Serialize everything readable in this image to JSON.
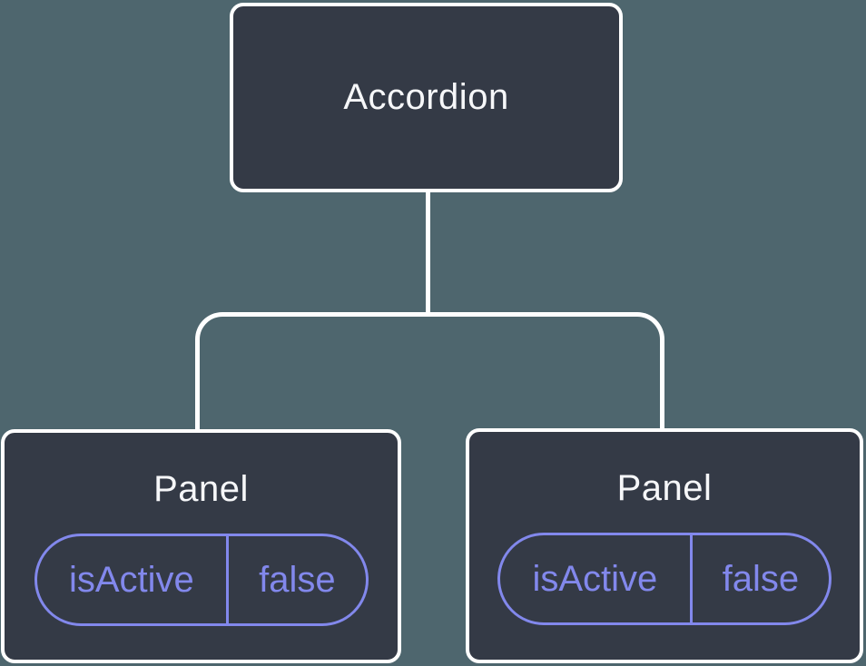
{
  "colors": {
    "background": "#4E666E",
    "node-fill": "#343A46",
    "line": "#FFFFFF",
    "text": "#F6F7F9",
    "accent": "#8288EC"
  },
  "tree": {
    "root": {
      "label": "Accordion"
    },
    "children": [
      {
        "label": "Panel",
        "state": {
          "key": "isActive",
          "value": "false"
        }
      },
      {
        "label": "Panel",
        "state": {
          "key": "isActive",
          "value": "false"
        }
      }
    ]
  }
}
